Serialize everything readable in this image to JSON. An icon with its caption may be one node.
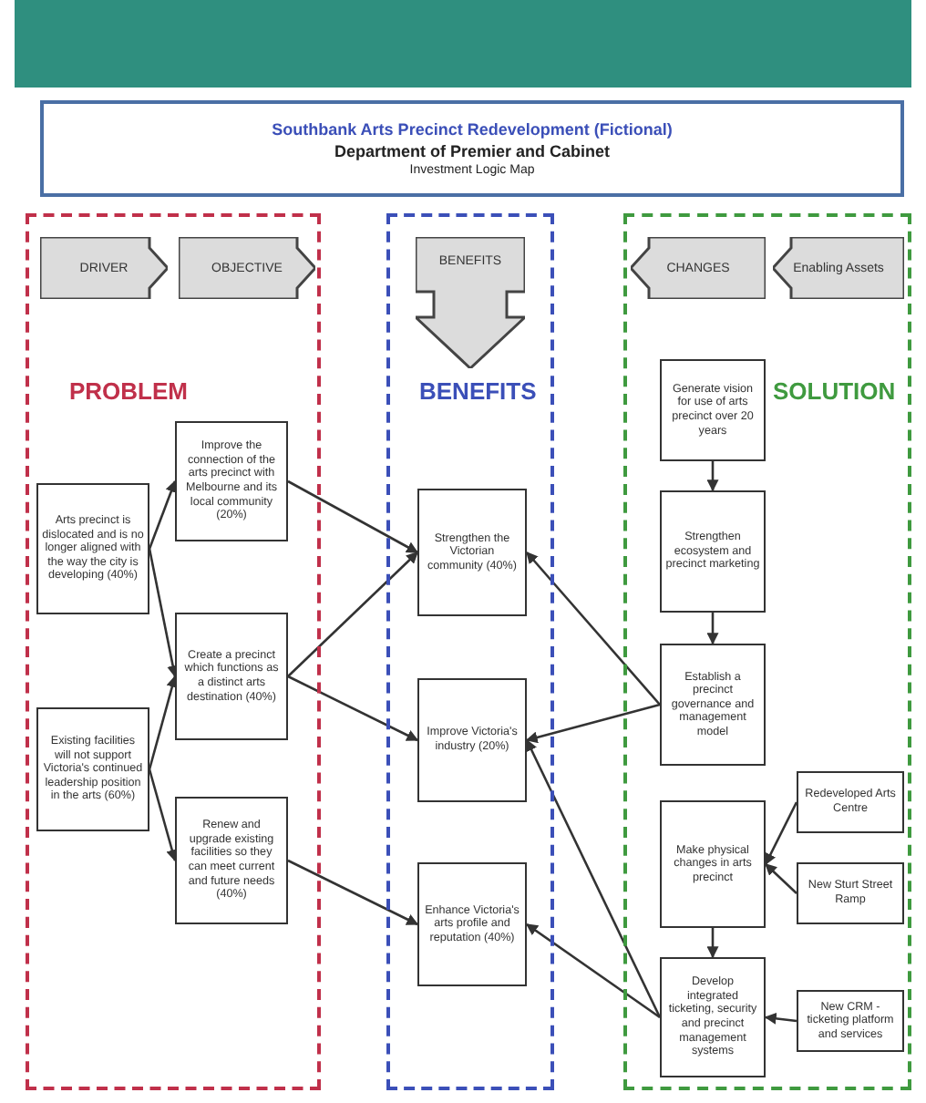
{
  "diagram": {
    "nodes": [
      {
        "text": [
          "Southbank Arts Precinct Redevelopment (Fictional)",
          "Department of Premier and Cabinet",
          "Investment Logic Map"
        ]
      },
      {
        "text": [
          "PROBLEM"
        ]
      },
      {
        "text": [
          "BENEFITS"
        ]
      },
      {
        "text": [
          "SOLUTION"
        ]
      },
      {
        "text": [
          "DRIVER"
        ],
        "in": 1
      },
      {
        "text": [
          "OBJECTIVE"
        ],
        "in": 1
      },
      {
        "text": [
          "BENEFITS"
        ],
        "in": 2
      },
      {
        "text": [
          "CHANGES"
        ],
        "in": 3
      },
      {
        "text": [
          "Enabling Assets"
        ],
        "in": 3
      },
      {
        "text": [
          "Arts precinct is dislocated and is no longer aligned with the way the city is developing (40%)"
        ],
        "in": 1
      },
      {
        "text": [
          "Existing facilities will not support Victoria's continued leadership position in the arts (60%)"
        ],
        "in": 1
      },
      {
        "text": [
          "Improve the connection of the arts precinct with Melbourne and its local community (20%)"
        ],
        "in": 1
      },
      {
        "text": [
          "Create a precinct which functions as a distinct arts destination (40%)"
        ],
        "in": 1
      },
      {
        "text": [
          "Renew and upgrade existing facilities so they can meet current and future needs (40%)"
        ],
        "in": 1
      },
      {
        "text": [
          "Strengthen the Victorian community (40%)"
        ],
        "in": 2
      },
      {
        "text": [
          "Improve Victoria's industry (20%)"
        ],
        "in": 2
      },
      {
        "text": [
          "Enhance Victoria's arts profile and reputation (40%)"
        ],
        "in": 2
      },
      {
        "text": [
          "Generate vision for use of arts precinct over 20 years"
        ],
        "in": 3
      },
      {
        "text": [
          "Strengthen ecosystem and precinct marketing"
        ],
        "in": 3
      },
      {
        "text": [
          "Establish a precinct governance and management model"
        ],
        "in": 3
      },
      {
        "text": [
          "Make physical changes in arts precinct"
        ],
        "in": 3
      },
      {
        "text": [
          "Develop integrated ticketing, security and precinct management systems"
        ],
        "in": 3
      },
      {
        "text": [
          "Redeveloped Arts Centre"
        ],
        "in": 3
      },
      {
        "text": [
          "New Sturt Street Ramp"
        ],
        "in": 3
      },
      {
        "text": [
          "New CRM - ticketing platform and services"
        ],
        "in": 3
      }
    ],
    "edges": [
      {
        "from": 9,
        "to": 11,
        "arrow": "to"
      },
      {
        "from": 9,
        "to": 12,
        "arrow": "to"
      },
      {
        "from": 10,
        "to": 12,
        "arrow": "to"
      },
      {
        "from": 10,
        "to": 13,
        "arrow": "to"
      },
      {
        "from": 11,
        "to": 14,
        "arrow": "to"
      },
      {
        "from": 12,
        "to": 14,
        "arrow": "to"
      },
      {
        "from": 12,
        "to": 15,
        "arrow": "to"
      },
      {
        "from": 13,
        "to": 16,
        "arrow": "to"
      },
      {
        "from": 17,
        "to": 18,
        "arrow": "to"
      },
      {
        "from": 18,
        "to": 19,
        "arrow": "to"
      },
      {
        "from": 19,
        "to": 14,
        "arrow": "to"
      },
      {
        "from": 19,
        "to": 15,
        "arrow": "to"
      },
      {
        "from": 21,
        "to": 15,
        "arrow": "to"
      },
      {
        "from": 21,
        "to": 16,
        "arrow": "to"
      },
      {
        "from": 20,
        "to": 21,
        "arrow": "to"
      },
      {
        "from": 22,
        "to": 20,
        "arrow": "to"
      },
      {
        "from": 23,
        "to": 20,
        "arrow": "to"
      },
      {
        "from": 24,
        "to": 21,
        "arrow": "to"
      }
    ]
  }
}
